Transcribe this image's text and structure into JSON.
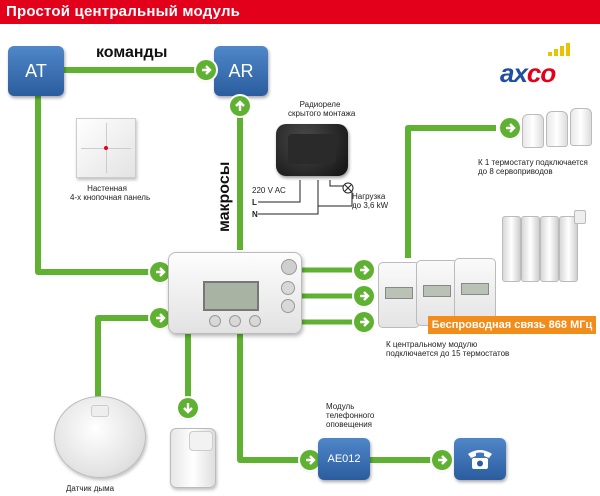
{
  "title": "Простой центральный модуль",
  "brand": {
    "left": "ax",
    "right": "co"
  },
  "nodes": {
    "at": "AT",
    "ar": "AR",
    "ae": "AE012"
  },
  "edges": {
    "commands": "команды",
    "macros": "макросы"
  },
  "labels": {
    "wall_panel": [
      "Настенная",
      "4-х кнопочная панель"
    ],
    "relay": [
      "Радиореле",
      "скрытого монтажа"
    ],
    "ac": "220 V AC",
    "l": "L",
    "n": "N",
    "load": [
      "Нагрузка",
      "до 3,6 kW"
    ],
    "thermostat_note": [
      "К 1 термостату подключается",
      "до 8 сервоприводов"
    ],
    "wireless": "Беспроводная связь 868 МГц",
    "module_note": [
      "К центральному модулю",
      "подключается до 15 термостатов"
    ],
    "phone_module": [
      "Модуль",
      "телефонного",
      "оповещения"
    ],
    "smoke": "Датчик дыма"
  },
  "colors": {
    "header": "#e2001a",
    "line": "#5fb131",
    "box": "#2b5d9e",
    "wireless": "#f28c1a"
  }
}
